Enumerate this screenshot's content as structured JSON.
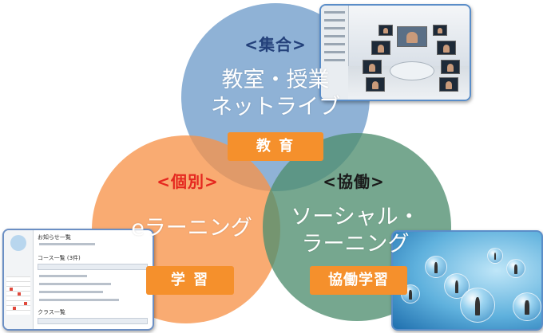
{
  "colors": {
    "circle_top": "#6f9ccb",
    "circle_left": "#f7944a",
    "circle_right": "#4f8e70",
    "badge": "#f5902c",
    "bracket_top": "#23407a",
    "bracket_left": "#e5271f",
    "bracket_right": "#1a1a1a"
  },
  "top": {
    "bracket": "<集合>",
    "line1": "教室・授業",
    "line2": "ネットライブ",
    "badge": "教 育"
  },
  "left": {
    "bracket": "<個別>",
    "label": "eラーニング",
    "badge": "学 習"
  },
  "right": {
    "bracket": "<協働>",
    "line1": "ソーシャル・",
    "line2": "ラーニング",
    "badge": "協働学習"
  },
  "lms_screen": {
    "notice": "お知らせ一覧",
    "course_list": "コース一覧 (3件)",
    "class_list": "クラス一覧"
  }
}
